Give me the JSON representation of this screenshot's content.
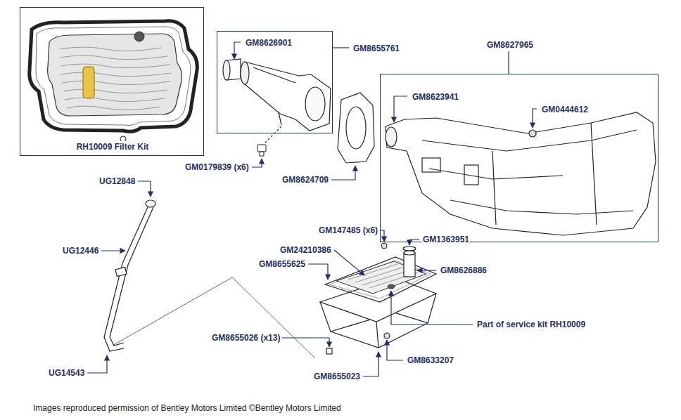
{
  "diagram": {
    "caption": "Images reproduced permission of Bentley Motors Limited ©Bentley Motors Limited",
    "nodes": [
      {
        "text": [
          "RH10009 Filter Kit"
        ]
      },
      {
        "text": [
          "GM8655761",
          "GM8626901"
        ]
      },
      {
        "text": [
          "GM8627965",
          "GM8623941",
          "GM0444612"
        ]
      }
    ],
    "labels": [
      "GM0179839 (x6)",
      "GM8624709",
      "UG12848",
      "UG12446",
      "UG14543",
      "GM147485 (x6)",
      "GM24210386",
      "GM8655625",
      "GM1363951",
      "GM8626886",
      "Part of service kit RH10009",
      "GM8655026 (x13)",
      "GM8633207",
      "GM8655023"
    ]
  }
}
